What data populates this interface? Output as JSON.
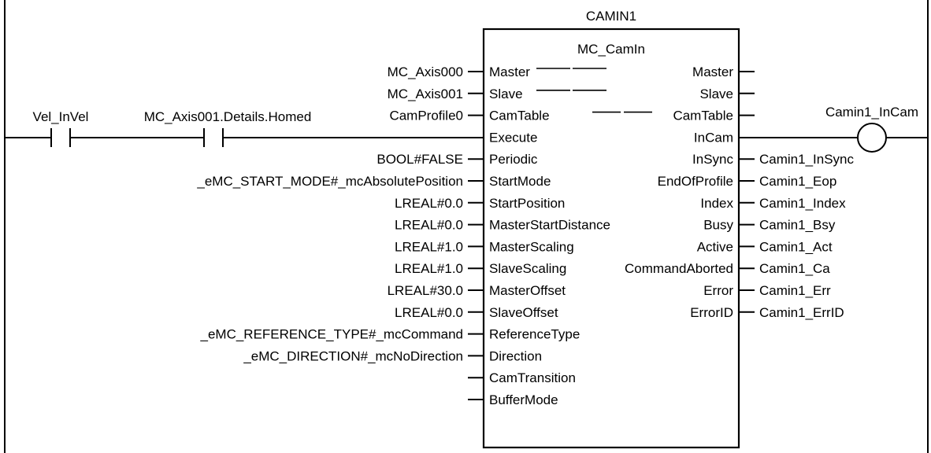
{
  "instance_name": "CAMIN1",
  "fb_type": "MC_CamIn",
  "contacts": [
    {
      "label": "Vel_InVel"
    },
    {
      "label": "MC_Axis001.Details.Homed"
    }
  ],
  "coil": {
    "label": "Camin1_InCam"
  },
  "inputs": [
    {
      "pin": "Master",
      "arg": "MC_Axis000",
      "inout": true
    },
    {
      "pin": "Slave",
      "arg": "MC_Axis001",
      "inout": true
    },
    {
      "pin": "CamTable",
      "arg": "CamProfile0",
      "inout": true
    },
    {
      "pin": "Execute",
      "arg": ""
    },
    {
      "pin": "Periodic",
      "arg": "BOOL#FALSE"
    },
    {
      "pin": "StartMode",
      "arg": "_eMC_START_MODE#_mcAbsolutePosition"
    },
    {
      "pin": "StartPosition",
      "arg": "LREAL#0.0"
    },
    {
      "pin": "MasterStartDistance",
      "arg": "LREAL#0.0"
    },
    {
      "pin": "MasterScaling",
      "arg": "LREAL#1.0"
    },
    {
      "pin": "SlaveScaling",
      "arg": "LREAL#1.0"
    },
    {
      "pin": "MasterOffset",
      "arg": "LREAL#30.0"
    },
    {
      "pin": "SlaveOffset",
      "arg": "LREAL#0.0"
    },
    {
      "pin": "ReferenceType",
      "arg": "_eMC_REFERENCE_TYPE#_mcCommand"
    },
    {
      "pin": "Direction",
      "arg": "_eMC_DIRECTION#_mcNoDirection"
    },
    {
      "pin": "CamTransition",
      "arg": ""
    },
    {
      "pin": "BufferMode",
      "arg": ""
    }
  ],
  "outputs": [
    {
      "pin": "Master",
      "arg": "",
      "inout": true
    },
    {
      "pin": "Slave",
      "arg": "",
      "inout": true
    },
    {
      "pin": "CamTable",
      "arg": "",
      "inout": true
    },
    {
      "pin": "InCam",
      "arg": ""
    },
    {
      "pin": "InSync",
      "arg": "Camin1_InSync"
    },
    {
      "pin": "EndOfProfile",
      "arg": "Camin1_Eop"
    },
    {
      "pin": "Index",
      "arg": "Camin1_Index"
    },
    {
      "pin": "Busy",
      "arg": "Camin1_Bsy"
    },
    {
      "pin": "Active",
      "arg": "Camin1_Act"
    },
    {
      "pin": "CommandAborted",
      "arg": "Camin1_Ca"
    },
    {
      "pin": "Error",
      "arg": "Camin1_Err"
    },
    {
      "pin": "ErrorID",
      "arg": "Camin1_ErrID"
    }
  ]
}
